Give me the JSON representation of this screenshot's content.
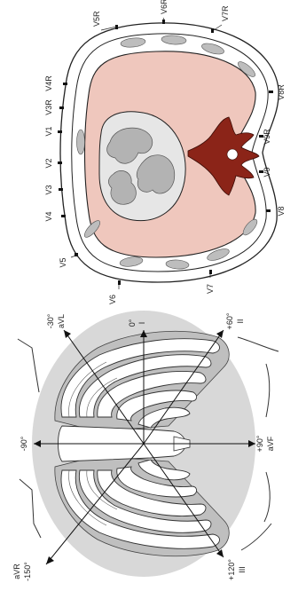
{
  "colors": {
    "background": "#ffffff",
    "frontal_circle": "#d8d8d8",
    "thorax_fill": "#efc7bd",
    "body_wall": "#ffffff",
    "outline": "#222222",
    "spine": "#8b2418",
    "heart_outer": "#e2e2e2",
    "heart_chambers": "#b3b3b3",
    "muscle": "#bdbdbd"
  },
  "frontal_plane": {
    "leads": [
      {
        "id": "avr",
        "angle": "-150°",
        "name": "aVR"
      },
      {
        "id": "minus90",
        "angle": "-90°",
        "name": ""
      },
      {
        "id": "avl",
        "angle": "-30°",
        "name": "aVL"
      },
      {
        "id": "i",
        "angle": "0°",
        "name": "I"
      },
      {
        "id": "ii",
        "angle": "+60°",
        "name": "II"
      },
      {
        "id": "avf",
        "angle": "+90°",
        "name": "aVF"
      },
      {
        "id": "iii",
        "angle": "+120°",
        "name": "III"
      }
    ]
  },
  "horizontal_plane": {
    "leads": [
      {
        "id": "v4r",
        "label": "V4R"
      },
      {
        "id": "v3r",
        "label": "V3R"
      },
      {
        "id": "v1",
        "label": "V1"
      },
      {
        "id": "v2",
        "label": "V2"
      },
      {
        "id": "v3",
        "label": "V3"
      },
      {
        "id": "v4",
        "label": "V4"
      },
      {
        "id": "v5",
        "label": "V5"
      },
      {
        "id": "v6",
        "label": "V6"
      },
      {
        "id": "v7",
        "label": "V7"
      },
      {
        "id": "v7r",
        "label": "V7R"
      },
      {
        "id": "v8",
        "label": "V8"
      },
      {
        "id": "v9",
        "label": "V9"
      },
      {
        "id": "v9r",
        "label": "V9R"
      },
      {
        "id": "v8r",
        "label": "V8R"
      },
      {
        "id": "v6r",
        "label": "V6R"
      },
      {
        "id": "v5r",
        "label": "V5R"
      }
    ]
  }
}
